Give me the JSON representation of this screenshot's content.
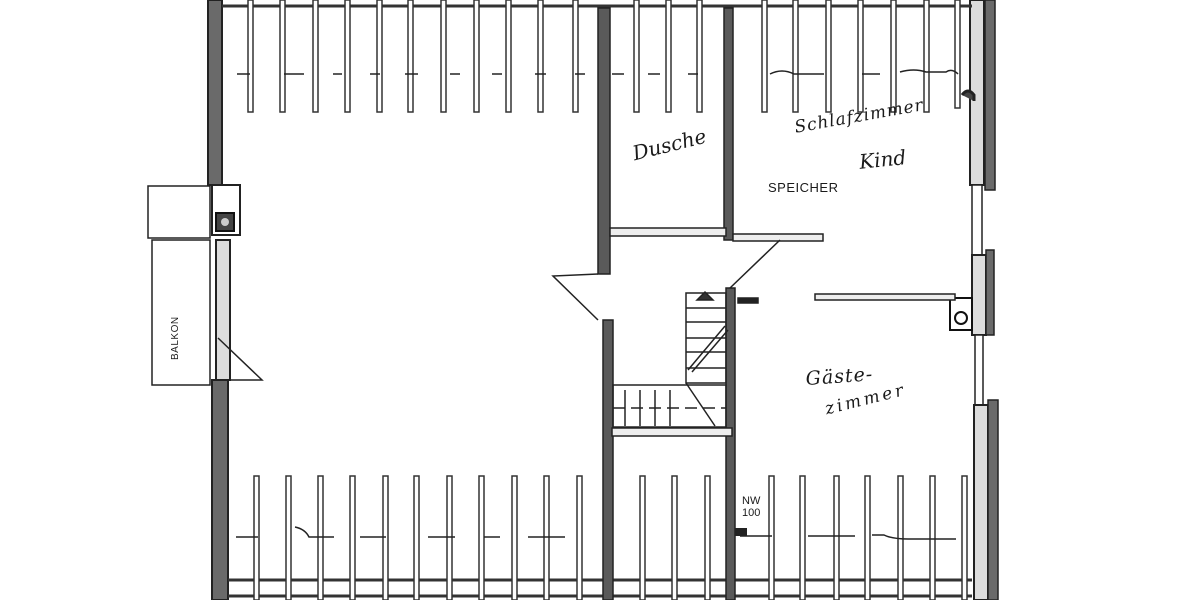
{
  "drawing": {
    "type": "floor-plan",
    "level": "attic / Dachgeschoss",
    "style": "scanned black-and-white architectural drawing",
    "colors": {
      "background": "#ffffff",
      "wall": "#2b2b2b",
      "wall_fill": "#5a5a5a",
      "line": "#1a1a1a"
    }
  },
  "rooms": {
    "speicher": "SPEICHER",
    "dusche": "Dusche",
    "schlafzimmer_line1": "Schlafzimmer",
    "schlafzimmer_line2": "Kind",
    "gaeste_line1": "Gäste-",
    "gaeste_line2": "zimmer",
    "balkon": "BALKON"
  },
  "annotations": {
    "nw_line1": "NW",
    "nw_line2": "100"
  },
  "rafters": {
    "top_row_count": 22,
    "bottom_row_count": 22
  }
}
